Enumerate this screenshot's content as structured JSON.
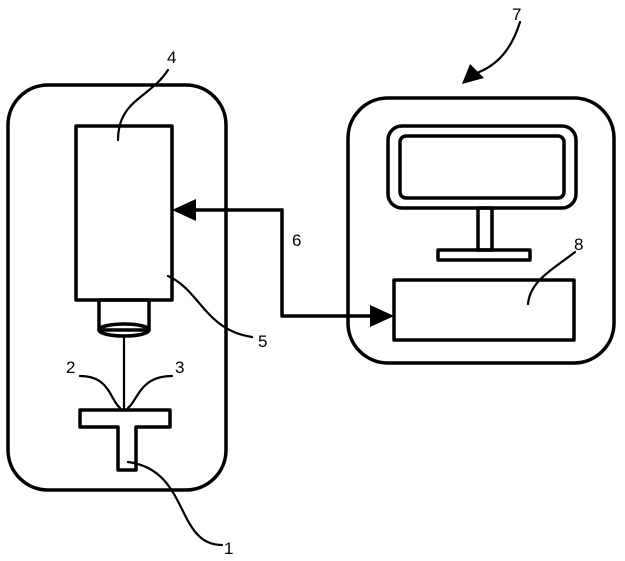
{
  "labels": {
    "sample_holder": "1",
    "marker_left": "2",
    "marker_right": "3",
    "camera": "4",
    "camera_body": "5",
    "connection": "6",
    "computer": "7",
    "processing_unit": "8"
  }
}
